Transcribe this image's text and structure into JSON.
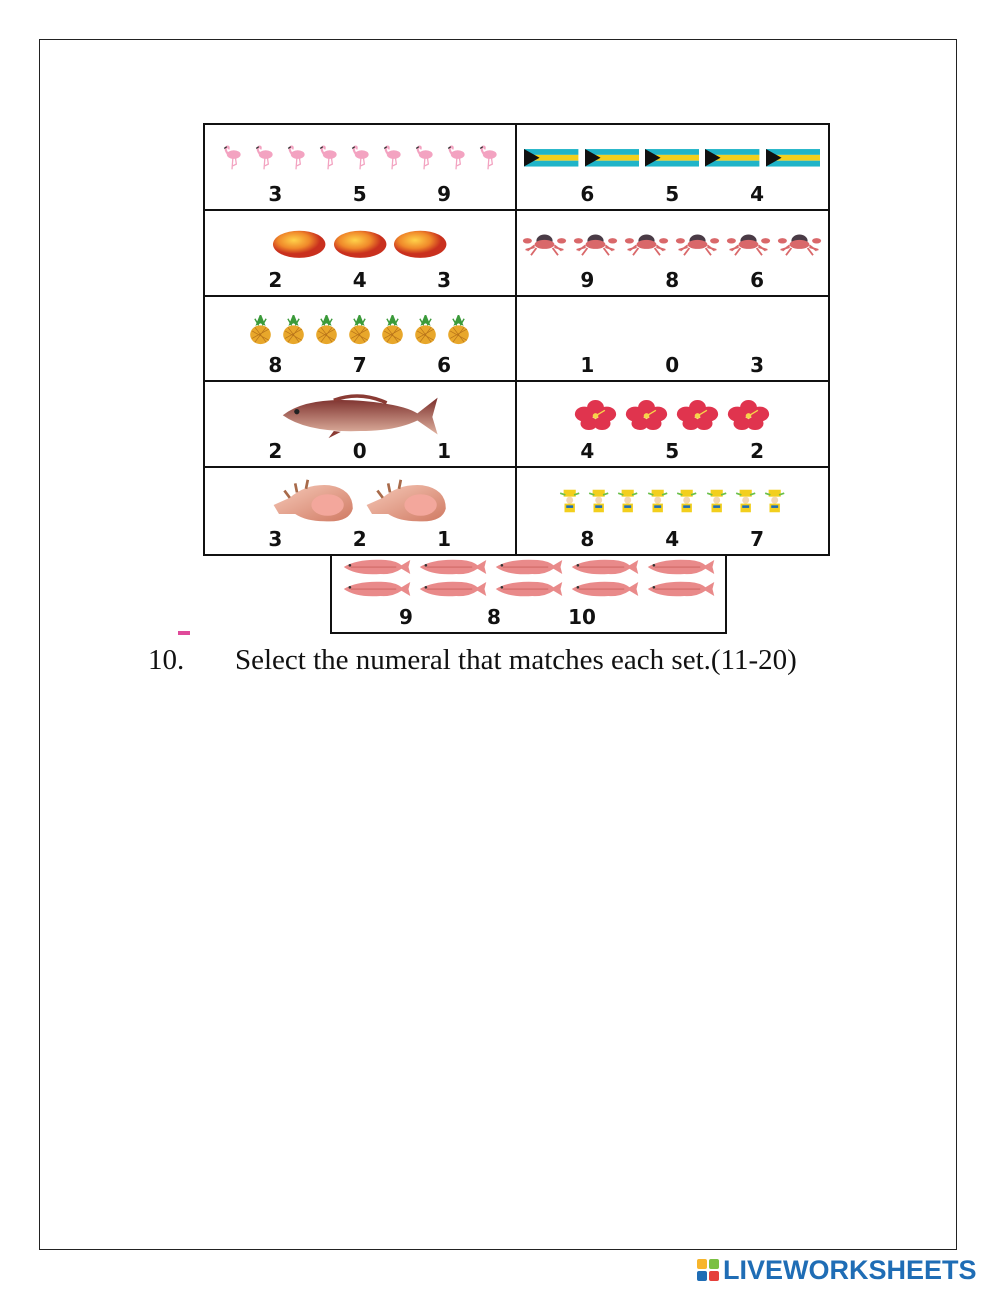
{
  "question": {
    "number": "10.",
    "text": "Select the numeral that matches each set.(11-20)"
  },
  "sets": [
    {
      "picture": "flamingo",
      "count": 9,
      "options": [
        "3",
        "5",
        "9"
      ]
    },
    {
      "picture": "bahamas-flag",
      "count": 5,
      "options": [
        "6",
        "5",
        "4"
      ]
    },
    {
      "picture": "mango",
      "count": 3,
      "options": [
        "2",
        "4",
        "3"
      ]
    },
    {
      "picture": "crab",
      "count": 6,
      "options": [
        "9",
        "8",
        "6"
      ]
    },
    {
      "picture": "pineapple",
      "count": 7,
      "options": [
        "8",
        "7",
        "6"
      ]
    },
    {
      "picture": "empty",
      "count": 0,
      "options": [
        "1",
        "0",
        "3"
      ]
    },
    {
      "picture": "grouper-fish",
      "count": 1,
      "options": [
        "2",
        "0",
        "1"
      ]
    },
    {
      "picture": "hibiscus",
      "count": 4,
      "options": [
        "4",
        "5",
        "2"
      ]
    },
    {
      "picture": "conch-shell",
      "count": 2,
      "options": [
        "3",
        "2",
        "1"
      ]
    },
    {
      "picture": "junkanoo-figure",
      "count": 8,
      "options": [
        "8",
        "4",
        "7"
      ]
    },
    {
      "picture": "snapper-fish",
      "count": 10,
      "options": [
        "9",
        "8",
        "10"
      ]
    }
  ],
  "brand": {
    "name": "LIVEWORKSHEETS",
    "color": "#1f6db5"
  },
  "colors": {
    "flamingo": "#f3a3c1",
    "mango": "#f0892a",
    "pineapple": "#e8a72b",
    "crab": "#d9686a",
    "hibiscus": "#e0344e",
    "fish": "#b95a4a",
    "snapper": "#e98a8a",
    "aquamarine": "#20b4c8",
    "gold": "#f2cf1d"
  }
}
